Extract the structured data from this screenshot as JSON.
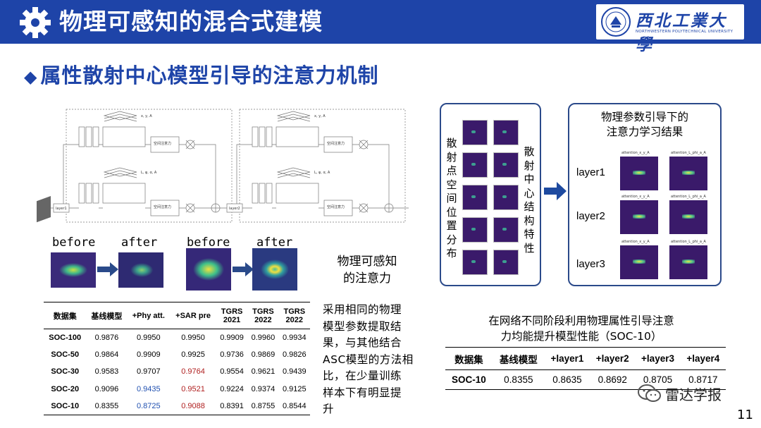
{
  "header": {
    "title": "物理可感知的混合式建模",
    "logo_cn": "西北工業大學",
    "logo_en": "NORTHWESTERN POLYTECHNICAL UNIVERSITY"
  },
  "subtitle": "属性散射中心模型引导的注意力机制",
  "diagram": {
    "module_label": "空间注意力",
    "layer1": "layer1",
    "layer2": "layer2",
    "top_params": "x, y, A",
    "bottom_params": "L, φ, α, A"
  },
  "before_after": {
    "before": "before",
    "after": "after"
  },
  "physics_attention": {
    "title_line1": "物理可感知",
    "title_line2": "的注意力",
    "desc_lines": [
      "采用相同的物理",
      "模型参数提取结",
      "果，与其他结合",
      "ASC模型的方法相",
      "比，在少量训练",
      "样本下有明显提",
      "升"
    ]
  },
  "table1": {
    "headers": [
      "数据集",
      "基线模型",
      "+Phy att.",
      "+SAR pre",
      "TGRS\n2021",
      "TGRS\n2022",
      "TGRS\n2022"
    ],
    "rows": [
      [
        "SOC-100",
        "0.9876",
        "0.9950",
        "0.9950",
        "0.9909",
        "0.9960",
        "0.9934"
      ],
      [
        "SOC-50",
        "0.9864",
        "0.9909",
        "0.9925",
        "0.9736",
        "0.9869",
        "0.9826"
      ],
      [
        "SOC-30",
        "0.9583",
        "0.9707",
        "0.9764",
        "0.9554",
        "0.9621",
        "0.9439"
      ],
      [
        "SOC-20",
        "0.9096",
        "0.9435",
        "0.9521",
        "0.9224",
        "0.9374",
        "0.9125"
      ],
      [
        "SOC-10",
        "0.8355",
        "0.8725",
        "0.9088",
        "0.8391",
        "0.8755",
        "0.8544"
      ]
    ],
    "highlight_blue": "#2050b0",
    "highlight_red": "#b02020"
  },
  "panel_left": {
    "left_vertical": "散射点空间位置分布",
    "right_vertical": "散射中心结构特性"
  },
  "panel_right": {
    "title_line1": "物理参数引导下的",
    "title_line2": "注意力学习结果",
    "layers": [
      "layer1",
      "layer2",
      "layer3"
    ],
    "captions": [
      "attention_x_y_A",
      "attention_L_phi_a_A",
      "attention_x_y_A",
      "attention_L_phi_a_A",
      "attention_x_y_A",
      "attention_L_phi_a_A"
    ]
  },
  "note": {
    "line1": "在网络不同阶段利用物理属性引导注意",
    "line2": "力均能提升模型性能（SOC-10）"
  },
  "table2": {
    "headers": [
      "数据集",
      "基线模型",
      "+layer1",
      "+layer2",
      "+layer3",
      "+layer4"
    ],
    "row": [
      "SOC-10",
      "0.8355",
      "0.8635",
      "0.8692",
      "0.8705",
      "0.8717"
    ]
  },
  "footer": {
    "brand": "雷达学报",
    "page_number": "11"
  },
  "colors": {
    "header_blue": "#1e44a8",
    "heatmap_bg": "#3a1a6a"
  }
}
